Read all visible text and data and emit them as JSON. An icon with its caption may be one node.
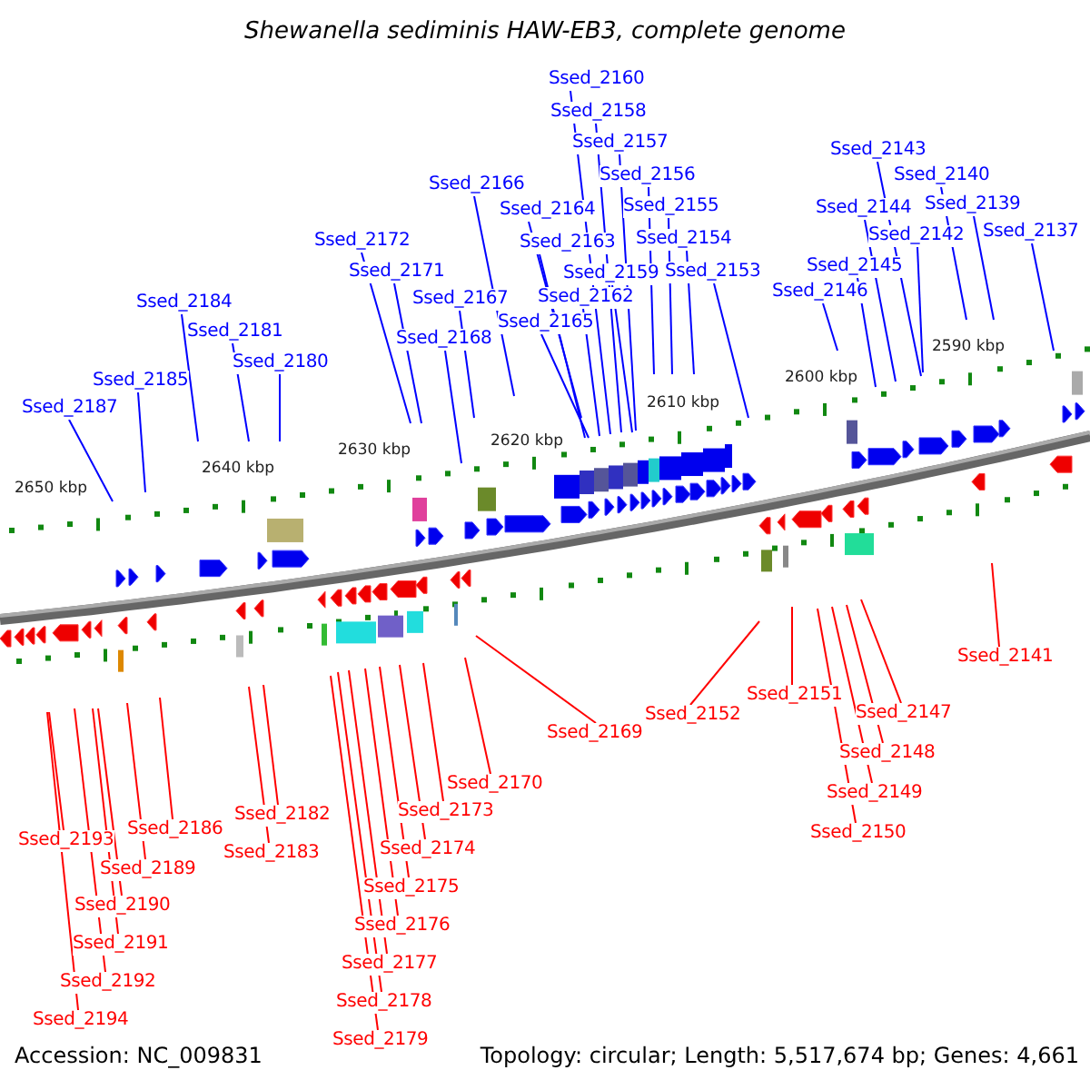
{
  "diagram": {
    "title": "Shewanella sediminis HAW-EB3, complete genome",
    "nodes": [
      {
        "text": [
          "Ssed_2160"
        ]
      },
      {
        "text": [
          "Ssed_2158"
        ]
      },
      {
        "text": [
          "Ssed_2157"
        ]
      },
      {
        "text": [
          "Ssed_2156"
        ]
      },
      {
        "text": [
          "Ssed_2155"
        ]
      },
      {
        "text": [
          "Ssed_2154"
        ]
      },
      {
        "text": [
          "Ssed_2153"
        ]
      },
      {
        "text": [
          "Ssed_2166"
        ]
      },
      {
        "text": [
          "Ssed_2164"
        ]
      },
      {
        "text": [
          "Ssed_2163"
        ]
      },
      {
        "text": [
          "Ssed_2159"
        ]
      },
      {
        "text": [
          "Ssed_2162"
        ]
      },
      {
        "text": [
          "Ssed_2165"
        ]
      },
      {
        "text": [
          "Ssed_2172"
        ]
      },
      {
        "text": [
          "Ssed_2171"
        ]
      },
      {
        "text": [
          "Ssed_2167"
        ]
      },
      {
        "text": [
          "Ssed_2168"
        ]
      },
      {
        "text": [
          "Ssed_2184"
        ]
      },
      {
        "text": [
          "Ssed_2181"
        ]
      },
      {
        "text": [
          "Ssed_2180"
        ]
      },
      {
        "text": [
          "Ssed_2185"
        ]
      },
      {
        "text": [
          "Ssed_2187"
        ]
      },
      {
        "text": [
          "Ssed_2143"
        ]
      },
      {
        "text": [
          "Ssed_2140"
        ]
      },
      {
        "text": [
          "Ssed_2139"
        ]
      },
      {
        "text": [
          "Ssed_2137"
        ]
      },
      {
        "text": [
          "Ssed_2144"
        ]
      },
      {
        "text": [
          "Ssed_2142"
        ]
      },
      {
        "text": [
          "Ssed_2145"
        ]
      },
      {
        "text": [
          "Ssed_2146"
        ]
      },
      {
        "text": [
          "Ssed_2193"
        ]
      },
      {
        "text": [
          "Ssed_2189"
        ]
      },
      {
        "text": [
          "Ssed_2190"
        ]
      },
      {
        "text": [
          "Ssed_2191"
        ]
      },
      {
        "text": [
          "Ssed_2192"
        ]
      },
      {
        "text": [
          "Ssed_2194"
        ]
      },
      {
        "text": [
          "Ssed_2186"
        ]
      },
      {
        "text": [
          "Ssed_2182"
        ]
      },
      {
        "text": [
          "Ssed_2183"
        ]
      },
      {
        "text": [
          "Ssed_2170"
        ]
      },
      {
        "text": [
          "Ssed_2173"
        ]
      },
      {
        "text": [
          "Ssed_2174"
        ]
      },
      {
        "text": [
          "Ssed_2175"
        ]
      },
      {
        "text": [
          "Ssed_2176"
        ]
      },
      {
        "text": [
          "Ssed_2177"
        ]
      },
      {
        "text": [
          "Ssed_2178"
        ]
      },
      {
        "text": [
          "Ssed_2179"
        ]
      },
      {
        "text": [
          "Ssed_2169"
        ]
      },
      {
        "text": [
          "Ssed_2152"
        ]
      },
      {
        "text": [
          "Ssed_2151"
        ]
      },
      {
        "text": [
          "Ssed_2147"
        ]
      },
      {
        "text": [
          "Ssed_2148"
        ]
      },
      {
        "text": [
          "Ssed_2149"
        ]
      },
      {
        "text": [
          "Ssed_2150"
        ]
      },
      {
        "text": [
          "Ssed_2141"
        ]
      }
    ],
    "edges": [
      {
        "from": 0,
        "to": null,
        "arrow": "none"
      },
      {
        "from": 1,
        "to": null,
        "arrow": "none"
      },
      {
        "from": 2,
        "to": null,
        "arrow": "none"
      },
      {
        "from": 3,
        "to": null,
        "arrow": "none"
      },
      {
        "from": 4,
        "to": null,
        "arrow": "none"
      },
      {
        "from": 5,
        "to": null,
        "arrow": "none"
      },
      {
        "from": 6,
        "to": null,
        "arrow": "none"
      },
      {
        "from": 7,
        "to": null,
        "arrow": "none"
      },
      {
        "from": 8,
        "to": null,
        "arrow": "none"
      },
      {
        "from": 9,
        "to": null,
        "arrow": "none"
      },
      {
        "from": 10,
        "to": null,
        "arrow": "none"
      },
      {
        "from": 11,
        "to": null,
        "arrow": "none"
      },
      {
        "from": 12,
        "to": null,
        "arrow": "none"
      },
      {
        "from": 13,
        "to": null,
        "arrow": "none"
      },
      {
        "from": 14,
        "to": null,
        "arrow": "none"
      },
      {
        "from": 15,
        "to": null,
        "arrow": "none"
      },
      {
        "from": 16,
        "to": null,
        "arrow": "none"
      },
      {
        "from": 17,
        "to": null,
        "arrow": "none"
      },
      {
        "from": 18,
        "to": null,
        "arrow": "none"
      },
      {
        "from": 19,
        "to": null,
        "arrow": "none"
      },
      {
        "from": 20,
        "to": null,
        "arrow": "none"
      },
      {
        "from": 21,
        "to": null,
        "arrow": "none"
      },
      {
        "from": 22,
        "to": null,
        "arrow": "none"
      },
      {
        "from": 23,
        "to": null,
        "arrow": "none"
      },
      {
        "from": 24,
        "to": null,
        "arrow": "none"
      },
      {
        "from": 25,
        "to": null,
        "arrow": "none"
      },
      {
        "from": 26,
        "to": null,
        "arrow": "none"
      },
      {
        "from": 27,
        "to": null,
        "arrow": "none"
      },
      {
        "from": 28,
        "to": null,
        "arrow": "none"
      },
      {
        "from": 29,
        "to": null,
        "arrow": "none"
      },
      {
        "from": 30,
        "to": null,
        "arrow": "none",
        "color": "#ff0000"
      },
      {
        "from": 31,
        "to": null,
        "arrow": "none",
        "color": "#ff0000"
      },
      {
        "from": 32,
        "to": null,
        "arrow": "none",
        "color": "#ff0000"
      },
      {
        "from": 33,
        "to": null,
        "arrow": "none",
        "color": "#ff0000"
      },
      {
        "from": 34,
        "to": null,
        "arrow": "none",
        "color": "#ff0000"
      },
      {
        "from": 35,
        "to": null,
        "arrow": "none",
        "color": "#ff0000"
      },
      {
        "from": 36,
        "to": null,
        "arrow": "none",
        "color": "#ff0000"
      },
      {
        "from": 37,
        "to": null,
        "arrow": "none",
        "color": "#ff0000"
      },
      {
        "from": 38,
        "to": null,
        "arrow": "none",
        "color": "#ff0000"
      },
      {
        "from": 39,
        "to": null,
        "arrow": "none",
        "color": "#ff0000"
      },
      {
        "from": 40,
        "to": null,
        "arrow": "none",
        "color": "#ff0000"
      },
      {
        "from": 41,
        "to": null,
        "arrow": "none",
        "color": "#ff0000"
      },
      {
        "from": 42,
        "to": null,
        "arrow": "none",
        "color": "#ff0000"
      },
      {
        "from": 43,
        "to": null,
        "arrow": "none",
        "color": "#ff0000"
      },
      {
        "from": 44,
        "to": null,
        "arrow": "none",
        "color": "#ff0000"
      },
      {
        "from": 45,
        "to": null,
        "arrow": "none",
        "color": "#ff0000"
      },
      {
        "from": 46,
        "to": null,
        "arrow": "none",
        "color": "#ff0000"
      },
      {
        "from": 47,
        "to": null,
        "arrow": "none",
        "color": "#ff0000"
      },
      {
        "from": 48,
        "to": null,
        "arrow": "none",
        "color": "#ff0000"
      },
      {
        "from": 49,
        "to": null,
        "arrow": "none",
        "color": "#ff0000"
      },
      {
        "from": 50,
        "to": null,
        "arrow": "none",
        "color": "#ff0000"
      },
      {
        "from": 51,
        "to": null,
        "arrow": "none",
        "color": "#ff0000"
      },
      {
        "from": 52,
        "to": null,
        "arrow": "none",
        "color": "#ff0000"
      },
      {
        "from": 53,
        "to": null,
        "arrow": "none",
        "color": "#ff0000"
      },
      {
        "from": 54,
        "to": null,
        "arrow": "none",
        "color": "#ff0000"
      }
    ],
    "labels": [
      "2590 kbp",
      "2600 kbp",
      "2610 kbp",
      "2620 kbp",
      "2630 kbp",
      "2640 kbp",
      "2650 kbp",
      "Accession: NC_009831",
      "Topology: circular; Length: 5,517,674 bp; Genes: 4,661"
    ]
  }
}
